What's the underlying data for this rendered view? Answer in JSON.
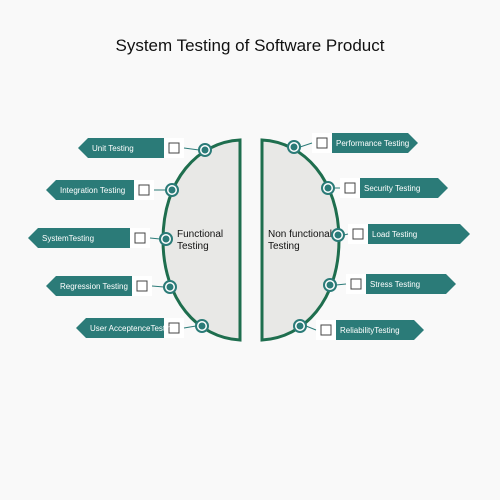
{
  "title": "System Testing  of Software Product",
  "colors": {
    "accent": "#2b7b78",
    "accent_dark": "#1d6a66",
    "half_fill": "#e8e8e6",
    "stroke": "#1e6e4e"
  },
  "left_half": {
    "line1": "Functional",
    "line2": "Testing"
  },
  "right_half": {
    "line1": "Non functional",
    "line2": "Testing"
  },
  "left_items": [
    {
      "label": "Unit Testing",
      "icon": "unit-testing-icon"
    },
    {
      "label": "Integration Testing",
      "icon": "integration-testing-icon"
    },
    {
      "label": "SystemTesting",
      "icon": "system-testing-icon"
    },
    {
      "label": "Regression Testing",
      "icon": "regression-testing-icon"
    },
    {
      "label": "User AcceptenceTesting",
      "icon": "user-acceptance-icon"
    }
  ],
  "right_items": [
    {
      "label": "Performance Testing",
      "icon": "performance-testing-icon"
    },
    {
      "label": "Security Testing",
      "icon": "security-testing-icon"
    },
    {
      "label": "Load Testing",
      "icon": "load-testing-icon"
    },
    {
      "label": "Stress Testing",
      "icon": "stress-testing-icon"
    },
    {
      "label": "ReliabilityTesting",
      "icon": "reliability-testing-icon"
    }
  ]
}
